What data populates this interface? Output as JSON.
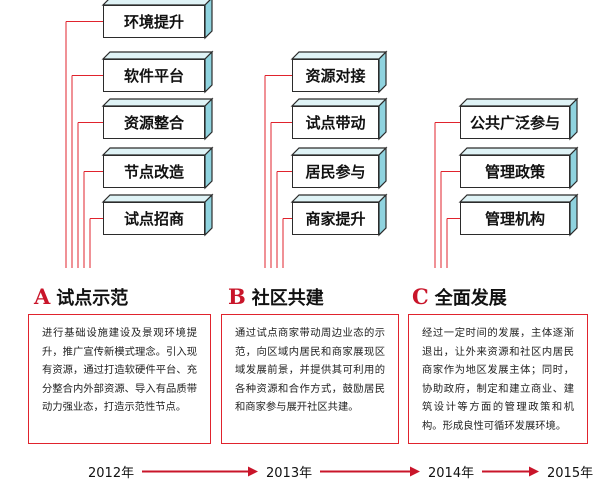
{
  "colors": {
    "accent_red": "#c9152a",
    "box_face": "#ffffff",
    "box_side": "#8fd3df",
    "box_top": "#dff3f6",
    "line": "#e0232d"
  },
  "phases": [
    {
      "letter": "A",
      "name": "试点示范",
      "items": [
        "环境提升",
        "软件平台",
        "资源整合",
        "节点改造",
        "试点招商"
      ],
      "description": "进行基础设施建设及景观环境提升，推广宣传新模式理念。引入现有资源，通过打造软硬件平台、充分整合内外部资源、导入有品质带动力强业态，打造示范性节点。"
    },
    {
      "letter": "B",
      "name": "社区共建",
      "items": [
        "资源对接",
        "试点带动",
        "居民参与",
        "商家提升"
      ],
      "description": "通过试点商家带动周边业态的示范，向区域内居民和商家展现区域发展前景，并提供其可利用的各种资源和合作方式，鼓励居民和商家参与展开社区共建。"
    },
    {
      "letter": "C",
      "name": "全面发展",
      "items": [
        "公共广泛参与",
        "管理政策",
        "管理机构"
      ],
      "description": "经过一定时间的发展，主体逐渐退出，让外来资源和社区内居民商家作为地区发展主体；同时，协助政府，制定和建立商业、建筑设计等方面的管理政策和机构。形成良性可循环发展环境。"
    }
  ],
  "timeline": {
    "years": [
      "2012年",
      "2013年",
      "2014年",
      "2015年"
    ]
  }
}
